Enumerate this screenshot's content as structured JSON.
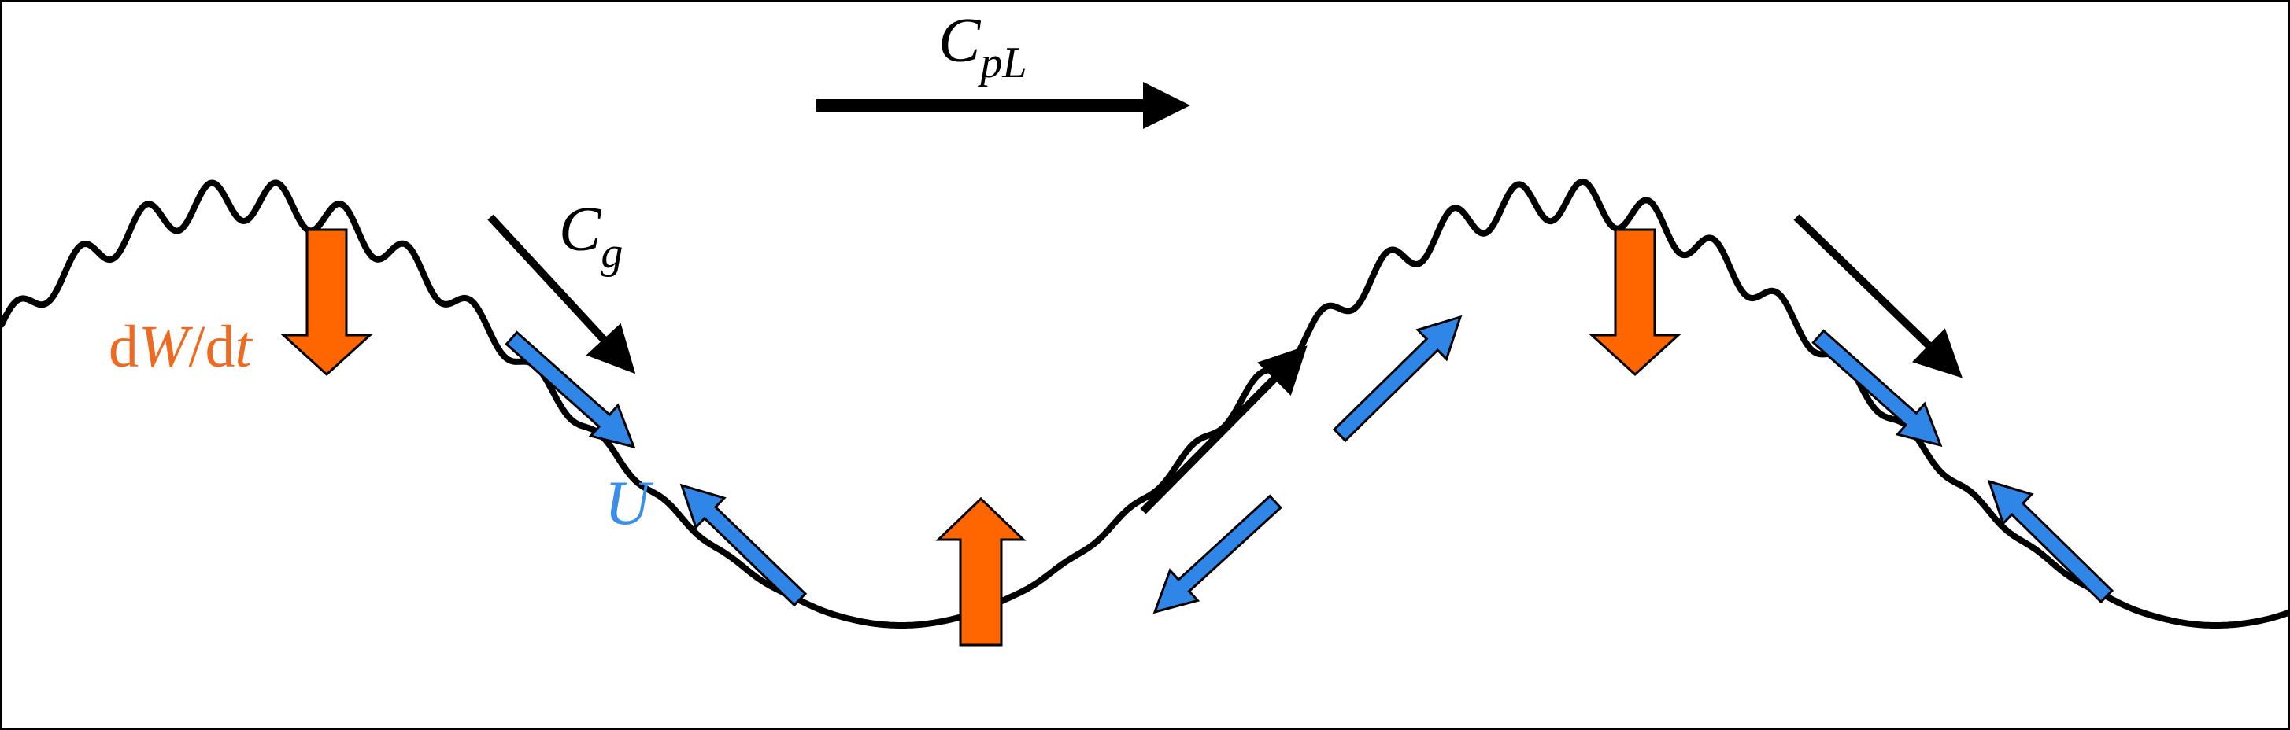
{
  "labels": {
    "cpl": {
      "base": "C",
      "sub": "pL"
    },
    "cg": {
      "base": "C",
      "sub": "g"
    },
    "dwdt": {
      "d1": "d",
      "w": "W",
      "slash": "/",
      "d2": "d",
      "t": "t"
    },
    "u": "U"
  },
  "colors": {
    "frame": "#000000",
    "wave": "#000000",
    "group_velocity_arrow": "#000000",
    "phase_velocity_arrow": "#000000",
    "dwdt_arrow": "#ff6600",
    "dwdt_label": "#ee6a20",
    "u_arrow": "#2f86e6",
    "u_label": "#3b8fe8"
  }
}
